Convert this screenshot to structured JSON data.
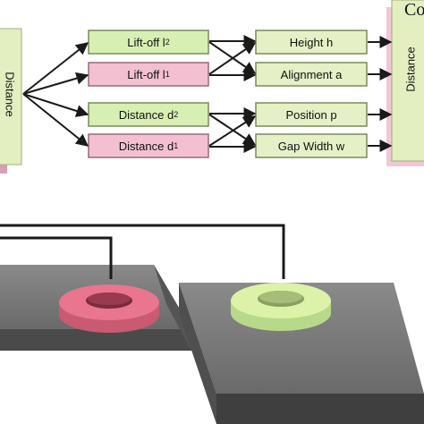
{
  "diagram": {
    "left_box_label": "Distance",
    "right_box_label": "Distance",
    "right_title_fragment": "Co",
    "middle_boxes": [
      {
        "id": "liftoff2",
        "name_text": "Lift-off l",
        "sub": "2",
        "color": "#d8efb4"
      },
      {
        "id": "liftoff1",
        "name_text": "Lift-off l",
        "sub": "1",
        "color": "#f3c0d2"
      },
      {
        "id": "distance2",
        "name_text": "Distance d",
        "sub": "2",
        "color": "#d8efb4"
      },
      {
        "id": "distance1",
        "name_text": "Distance d",
        "sub": "1",
        "color": "#f3c0d2"
      }
    ],
    "output_boxes": [
      {
        "id": "height",
        "label": "Height h",
        "color": "#e5f0c6"
      },
      {
        "id": "alignment",
        "label": "Alignment a",
        "color": "#e5f0c6"
      },
      {
        "id": "position",
        "label": "Position p",
        "color": "#e5f0c6"
      },
      {
        "id": "gapwidth",
        "label": "Gap Width w",
        "color": "#e5f0c6"
      }
    ]
  },
  "scene": {
    "ring_left_color": "#e9758f",
    "ring_right_color": "#dcf2a8",
    "plate_color": "#6b6b6b"
  }
}
